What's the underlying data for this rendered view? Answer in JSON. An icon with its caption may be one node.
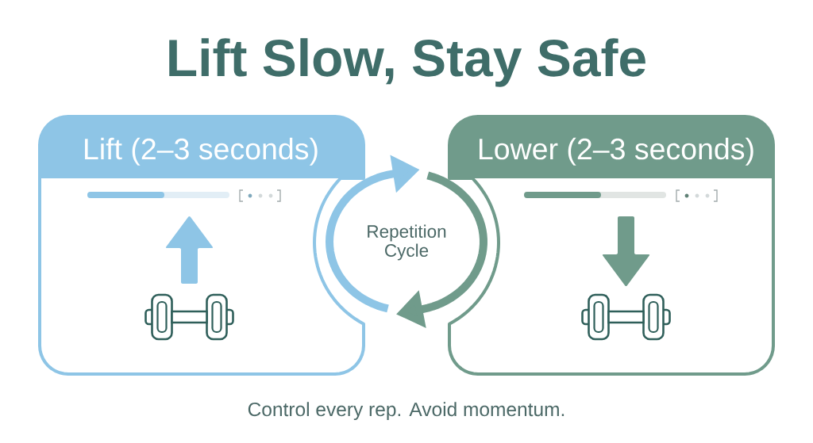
{
  "diagram": {
    "title": "Lift Slow, Stay Safe",
    "caption": "Control every rep. Avoid momentum.",
    "nodes": [
      {
        "text": [
          "Lift (2–3 seconds)"
        ]
      },
      {
        "text": [
          "Repetition Cycle"
        ]
      },
      {
        "text": [
          "Lower (2–3 seconds)"
        ]
      }
    ]
  }
}
